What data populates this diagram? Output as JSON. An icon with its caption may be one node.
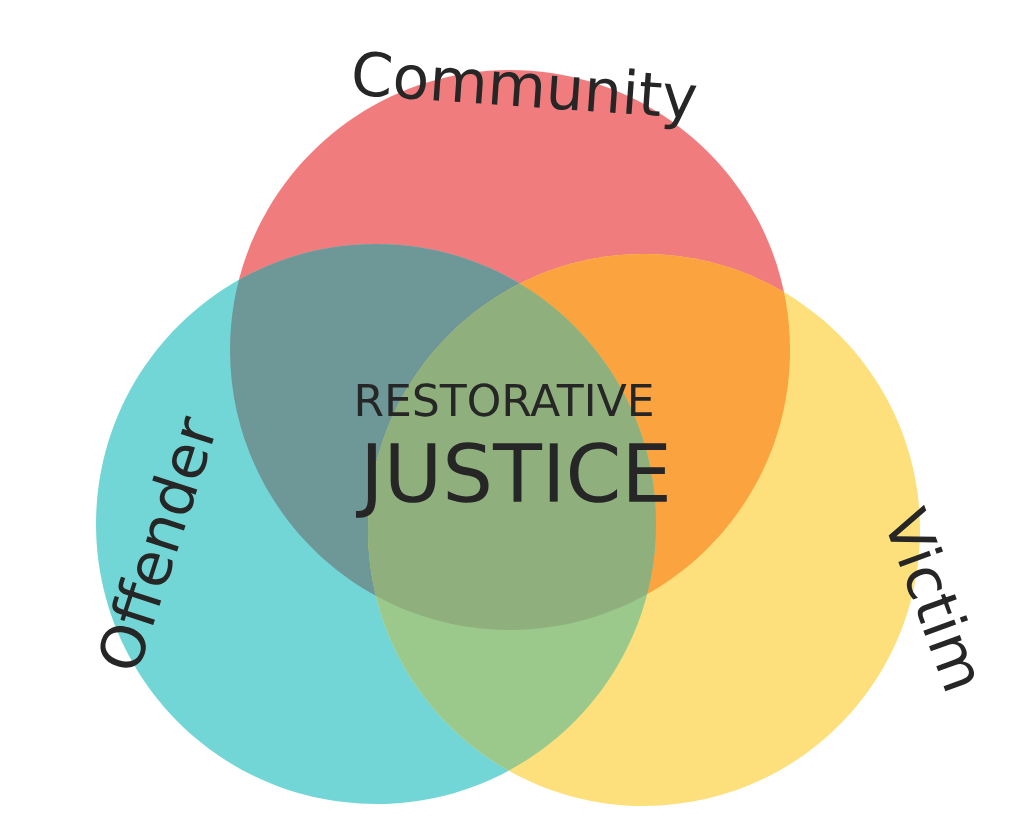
{
  "diagram": {
    "nodes": [
      {
        "text": [
          "Community"
        ]
      },
      {
        "text": [
          "Offender"
        ]
      },
      {
        "text": [
          "Victim"
        ]
      }
    ],
    "labels": [
      "RESTORATIVE",
      "JUSTICE"
    ]
  }
}
